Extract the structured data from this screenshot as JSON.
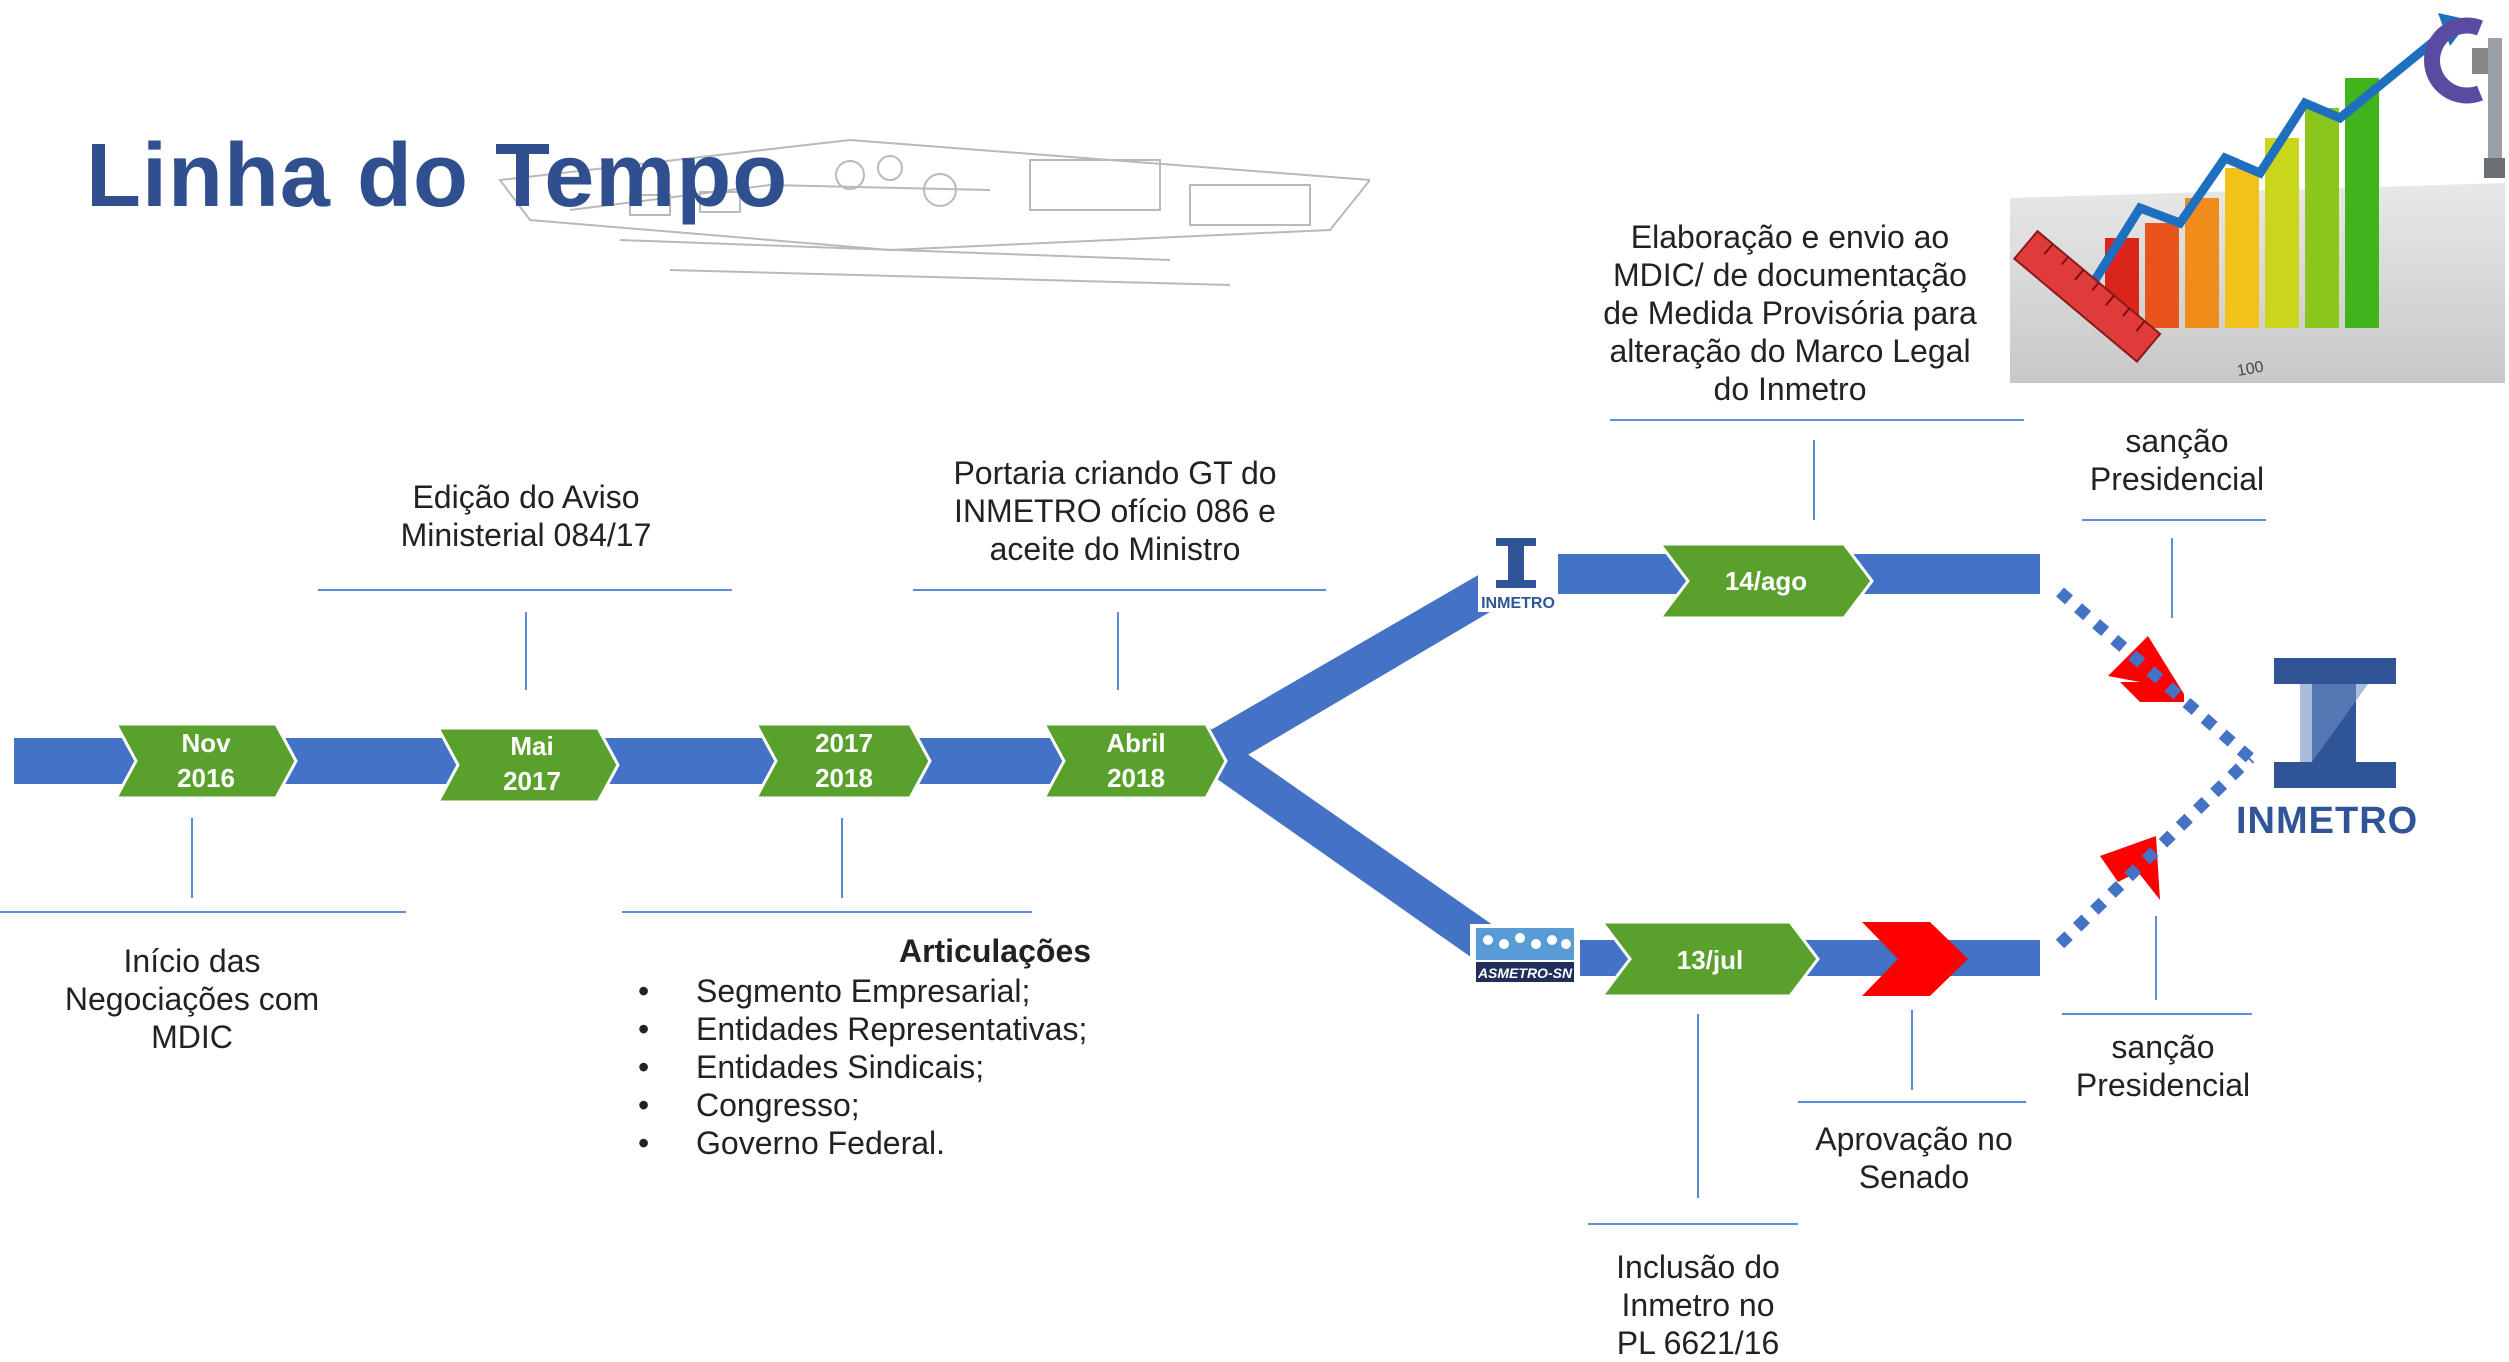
{
  "title": "Linha do Tempo",
  "milestones": [
    {
      "line1": "Nov",
      "line2": "2016"
    },
    {
      "line1": "Mai",
      "line2": "2017"
    },
    {
      "line1": "2017",
      "line2": "2018"
    },
    {
      "line1": "Abril",
      "line2": "2018"
    }
  ],
  "branch_dates": {
    "upper": "14/ago",
    "lower": "13/jul"
  },
  "labels": {
    "inicio": "Início das\nNegociações com\nMDIC",
    "aviso": "Edição do Aviso\nMinisterial 084/17",
    "portaria": "Portaria criando GT do\nINMETRO ofício 086 e\naceite do Ministro",
    "elaboracao": "Elaboração e envio ao\nMDIC/ de documentação\nde Medida Provisória para\nalteração do Marco Legal\ndo Inmetro",
    "sancao_upper": "sanção\nPresidencial",
    "sancao_lower": "sanção\nPresidencial",
    "aprovacao": "Aprovação no\nSenado",
    "inclusao": "Inclusão do\nInmetro no\nPL 6621/16"
  },
  "articulacoes": {
    "heading": "Articulações",
    "items": [
      "Segmento Empresarial;",
      "Entidades Representativas;",
      "Entidades Sindicais;",
      "Congresso;",
      "Governo Federal."
    ]
  },
  "logos": {
    "inmetro_small": "INMETRO",
    "asmetro": "ASMETRO-SN",
    "inmetro_large": "INMETRO",
    "chart_tick": "100"
  },
  "colors": {
    "timeline": "#4472c4",
    "chevron": "#5aa02c",
    "title": "#2f4f8f",
    "red_arrow": "#ff0000",
    "dotted": "#4472c4"
  }
}
